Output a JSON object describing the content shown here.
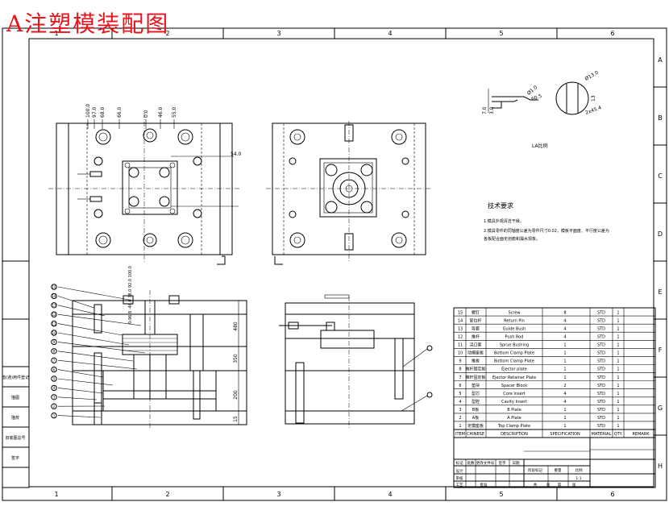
{
  "title": "A注塑模装配图",
  "grid": {
    "columns": [
      "1",
      "2",
      "3",
      "4",
      "5",
      "6"
    ],
    "rows": [
      "A",
      "B",
      "C",
      "D",
      "E",
      "F",
      "G",
      "H"
    ]
  },
  "top_view_dims": [
    "100.0",
    "97.0",
    "68.0",
    "66.0",
    "0.0",
    "46.0",
    "55.0"
  ],
  "top_view_right_dims": [
    "54.0"
  ],
  "top_view_bottom_dims": "0-96.8  -46.0  38.0  92.0  100.0",
  "detail": {
    "dims": [
      "Ø1.0",
      "60.5",
      "7.0",
      "3.0",
      "Ø13.0",
      "13",
      "2x45.4"
    ],
    "caption": "LA比例"
  },
  "tech_req": {
    "heading": "技术要求",
    "lines": [
      "1.模具外观清洁干燥。",
      "2.模具零件的同轴度公差为零件尺寸0.02，模板平面度、平行度公差为",
      "各板配合面无划痕和漏水现象。"
    ]
  },
  "bom": {
    "rows": [
      {
        "no": "15",
        "cn": "螺钉",
        "desc": "Screw",
        "spec": "8",
        "mat": "STD",
        "qty": "1"
      },
      {
        "no": "14",
        "cn": "复位杆",
        "desc": "Return Pin",
        "spec": "4",
        "mat": "STD",
        "qty": "1"
      },
      {
        "no": "13",
        "cn": "导套",
        "desc": "Guide Bush",
        "spec": "4",
        "mat": "STD",
        "qty": "1"
      },
      {
        "no": "12",
        "cn": "推杆",
        "desc": "Push Rod",
        "spec": "4",
        "mat": "STD",
        "qty": "1"
      },
      {
        "no": "11",
        "cn": "浇口套",
        "desc": "Sprue Bushing",
        "spec": "1",
        "mat": "STD",
        "qty": "1"
      },
      {
        "no": "10",
        "cn": "动模座板",
        "desc": "Bottom Clamp Plate",
        "spec": "1",
        "mat": "STD",
        "qty": "1"
      },
      {
        "no": "9",
        "cn": "推板",
        "desc": "Bottom Clamp Plate",
        "spec": "1",
        "mat": "STD",
        "qty": "1"
      },
      {
        "no": "8",
        "cn": "推杆固定板",
        "desc": "Ejector plate",
        "spec": "1",
        "mat": "STD",
        "qty": "1"
      },
      {
        "no": "7",
        "cn": "推杆固定板",
        "desc": "Ejector Retainer Plate",
        "spec": "1",
        "mat": "STD",
        "qty": "1"
      },
      {
        "no": "6",
        "cn": "垫块",
        "desc": "Spacer Block",
        "spec": "2",
        "mat": "STD",
        "qty": "1"
      },
      {
        "no": "5",
        "cn": "型芯",
        "desc": "Core Insert",
        "spec": "4",
        "mat": "STD",
        "qty": "1"
      },
      {
        "no": "4",
        "cn": "型腔",
        "desc": "Cavity Insert",
        "spec": "4",
        "mat": "STD",
        "qty": "1"
      },
      {
        "no": "3",
        "cn": "B板",
        "desc": "B Plate",
        "spec": "1",
        "mat": "STD",
        "qty": "1"
      },
      {
        "no": "2",
        "cn": "A板",
        "desc": "A Plate",
        "spec": "1",
        "mat": "STD",
        "qty": "1"
      },
      {
        "no": "1",
        "cn": "定模座板",
        "desc": "Top Clamp Plate",
        "spec": "1",
        "mat": "STD",
        "qty": "1"
      }
    ],
    "headers": [
      "ITEM",
      "CHINESE",
      "DESCRIPTION",
      "SPECIFICATION",
      "MATERIAL",
      "QTY.",
      "REMARK"
    ]
  },
  "title_block": {
    "cells": [
      "标记",
      "处数",
      "更改文件号",
      "签字",
      "日期",
      "阶段标记",
      "重量",
      "比例",
      "1:1",
      "设计",
      "审核",
      "工艺",
      "批准",
      "共",
      "张",
      "第",
      "张"
    ]
  },
  "left_strip": [
    "借(通)用件登记",
    "描图",
    "描校",
    "旧底图总号",
    "签字"
  ],
  "balloons": [
    "15",
    "14",
    "13",
    "12",
    "11",
    "10",
    "9",
    "8",
    "7",
    "6",
    "5",
    "4",
    "3",
    "2",
    "1"
  ],
  "section_dims": [
    "200",
    "350",
    "480",
    "15"
  ],
  "colors": {
    "title": "#e8141c",
    "line": "#000000",
    "background": "#ffffff"
  }
}
